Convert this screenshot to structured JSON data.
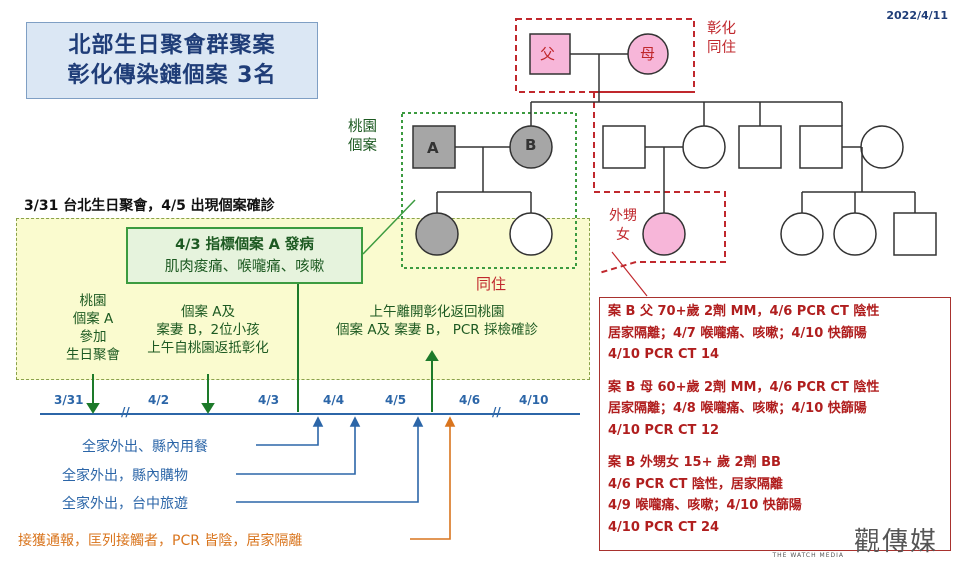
{
  "title": {
    "line1": "北部生日聚會群聚案",
    "line2": "彰化傳染鏈個案 3名"
  },
  "date": "2022/4/11",
  "pedigree": {
    "father": "父",
    "mother": "母",
    "changhua_cohabit": [
      "彰化",
      "同住"
    ],
    "taoyuan_case": [
      "桃園",
      "個案"
    ],
    "case_a": "A",
    "case_b": "B",
    "niece": [
      "外甥",
      "女"
    ],
    "cohabit": "同住"
  },
  "timeline": {
    "header": "3/31 台北生日聚會，4/5 出現個案確診",
    "index_case": [
      "4/3 指標個案 A 發病",
      "肌肉痠痛、喉嚨痛、咳嗽"
    ],
    "event_taoyuan": [
      "桃園",
      "個案 A",
      "參加",
      "生日聚會"
    ],
    "event_return": [
      "個案 A及",
      "案妻 B，2位小孩",
      "上午自桃園返抵彰化"
    ],
    "event_pcr": [
      "上午離開彰化返回桃園",
      "個案 A及 案妻 B， PCR 採檢確診"
    ],
    "ticks": [
      "3/31",
      "4/2",
      "4/3",
      "4/4",
      "4/5",
      "4/6",
      "4/10"
    ],
    "break_mark": "//",
    "blue_events": [
      "全家外出、縣內用餐",
      "全家外出，縣內購物",
      "全家外出，台中旅遊"
    ],
    "orange_event": "接獲通報，匡列接觸者，PCR 皆陰，居家隔離",
    "colors": {
      "blue": "#2c66a8",
      "orange": "#d9751e",
      "green": "#3c9b40",
      "red": "#c0282d"
    }
  },
  "case_details": [
    "案 B 父 70+歲 2劑 MM，4/6 PCR CT 陰性",
    "居家隔離；4/7 喉嚨痛、咳嗽；4/10 快篩陽",
    "4/10 PCR CT 14",
    "案 B 母 60+歲 2劑 MM，4/6 PCR CT 陰性",
    "居家隔離；4/8 喉嚨痛、咳嗽；4/10 快篩陽",
    "4/10 PCR CT 12",
    "案 B 外甥女 15+ 歲 2劑 BB",
    "4/6 PCR CT 陰性，居家隔離",
    "4/9 喉嚨痛、咳嗽；4/10 快篩陽",
    "4/10 PCR CT 24"
  ],
  "watermark": {
    "brand": "觀傳媒",
    "sub": "THE WATCH MEDIA"
  }
}
